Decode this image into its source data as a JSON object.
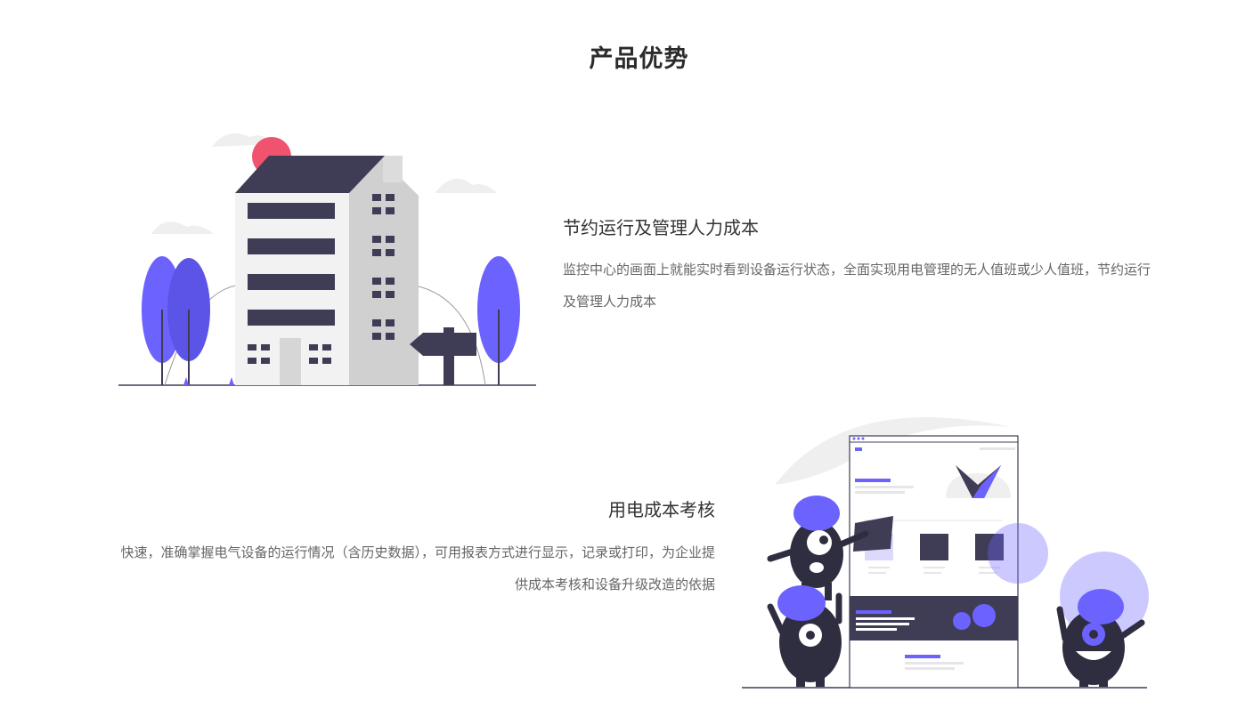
{
  "section": {
    "title": "产品优势"
  },
  "features": [
    {
      "title": "节约运行及管理人力成本",
      "description": "监控中心的画面上就能实时看到设备运行状态，全面实现用电管理的无人值班或少人值班，节约运行及管理人力成本",
      "illustration": "office-building-illustration"
    },
    {
      "title": "用电成本考核",
      "description": "快速，准确掌握电气设备的运行情况（含历史数据），可用报表方式进行显示，记录或打印，为企业提供成本考核和设备升级改造的依据",
      "illustration": "monsters-webpage-illustration"
    }
  ],
  "colors": {
    "accent": "#6c63ff",
    "dark": "#3f3d56",
    "sun": "#f0536e",
    "light_gray": "#f2f2f2"
  }
}
